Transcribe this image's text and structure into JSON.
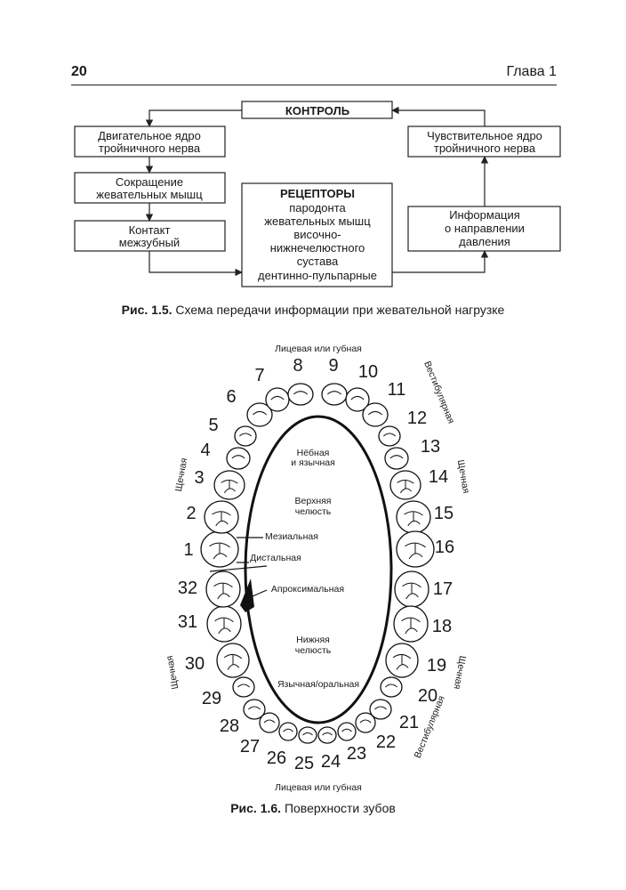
{
  "header": {
    "page_number": "20",
    "chapter": "Глава 1"
  },
  "figure1": {
    "control": "КОНТРОЛЬ",
    "motor": [
      "Двигательное ядро",
      "тройничного нерва"
    ],
    "contraction": [
      "Сокращение",
      "жевательных мышц"
    ],
    "contact": [
      "Контакт",
      "межзубный"
    ],
    "receptors_title": "РЕЦЕПТОРЫ",
    "receptors": [
      "пародонта",
      "жевательных мышц",
      "височно-",
      "нижнечелюстного",
      "сустава",
      "дентинно-пульпарные"
    ],
    "sensory": [
      "Чувствительное ядро",
      "тройничного нерва"
    ],
    "info": [
      "Информация",
      "о направлении",
      "давления"
    ],
    "caption_label": "Рис. 1.5.",
    "caption_text": " Схема передачи информации при жевательной нагрузке"
  },
  "figure2": {
    "label_top": "Лицевая или губная",
    "label_bottom": "Лицевая или губная",
    "vestibular_upper": "Вестибулярная",
    "vestibular_lower": "Вестибулярная",
    "buccal_ul": "Щечная",
    "buccal_ur": "Щечная",
    "buccal_ll": "Щечная",
    "buccal_lr": "Щечная",
    "palatal": [
      "Нёбная",
      "и язычная"
    ],
    "upper_jaw": [
      "Верхняя",
      "челюсть"
    ],
    "mesial": "Мезиальная",
    "distal": "Дистальная",
    "approximal": "Апроксимальная",
    "lower_jaw": [
      "Нижняя",
      "челюсть"
    ],
    "lingual": "Язычная/оральная",
    "tooth_numbers": [
      "1",
      "2",
      "3",
      "4",
      "5",
      "6",
      "7",
      "8",
      "9",
      "10",
      "11",
      "12",
      "13",
      "14",
      "15",
      "16",
      "17",
      "18",
      "19",
      "20",
      "21",
      "22",
      "23",
      "24",
      "25",
      "26",
      "27",
      "28",
      "29",
      "30",
      "31",
      "32"
    ],
    "caption_label": "Рис. 1.6.",
    "caption_text": " Поверхности зубов"
  }
}
